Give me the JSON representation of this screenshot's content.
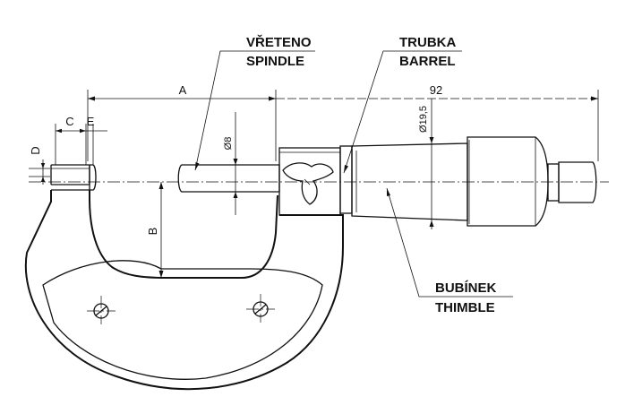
{
  "labels": {
    "spindle_cz": "VŘETENO",
    "spindle_en": "SPINDLE",
    "barrel_cz": "TRUBKA",
    "barrel_en": "BARREL",
    "thimble_cz": "BUBÍNEK",
    "thimble_en": "THIMBLE"
  },
  "dimensions": {
    "a": "A",
    "b": "B",
    "c": "C",
    "d": "D",
    "e": "E",
    "overall": "92",
    "spindle_dia": "Ø8",
    "barrel_dia": "Ø19,5"
  }
}
